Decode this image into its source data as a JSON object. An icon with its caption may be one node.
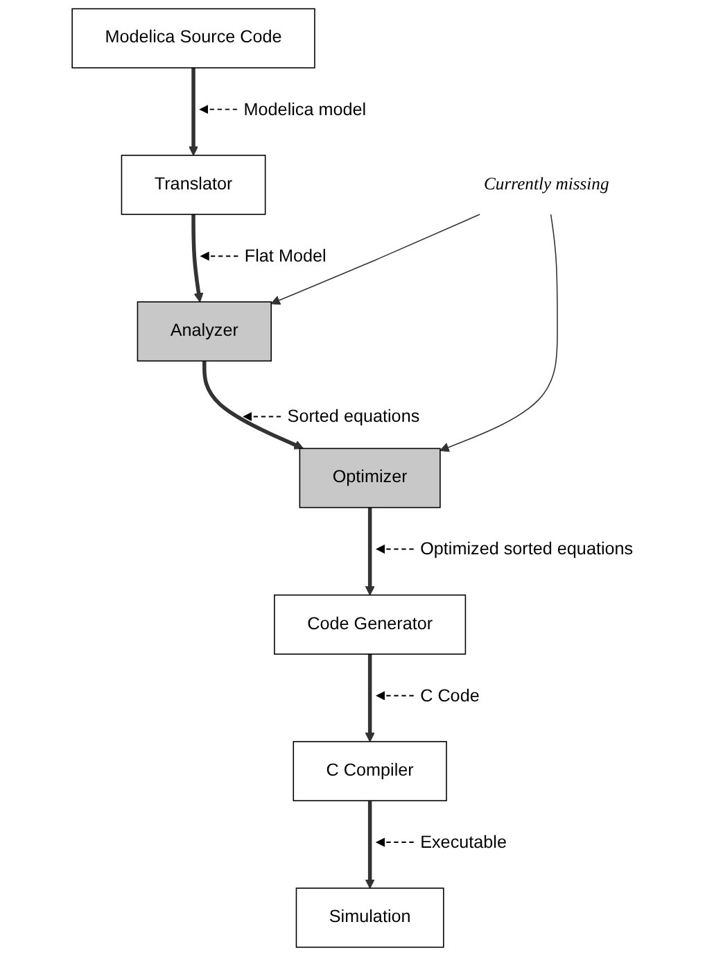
{
  "diagram": {
    "nodes": [
      {
        "text": [
          "Modelica Source Code"
        ]
      },
      {
        "text": [
          "Modelica model"
        ]
      },
      {
        "text": [
          "Translator"
        ]
      },
      {
        "text": [
          "Flat Model"
        ]
      },
      {
        "text": [
          "Analyzer"
        ]
      },
      {
        "text": [
          "Currently missing"
        ]
      },
      {
        "text": [
          "Sorted equations"
        ]
      },
      {
        "text": [
          "Optimizer"
        ]
      },
      {
        "text": [
          "Optimized sorted equations"
        ]
      },
      {
        "text": [
          "Code Generator"
        ]
      },
      {
        "text": [
          "C Code"
        ]
      },
      {
        "text": [
          "C Compiler"
        ]
      },
      {
        "text": [
          "Executable"
        ]
      },
      {
        "text": [
          "Simulation"
        ]
      }
    ],
    "edges": [
      {
        "from": 0,
        "to": 2,
        "arrow": "to",
        "style": "thick"
      },
      {
        "from": 2,
        "to": 4,
        "arrow": "to",
        "style": "thick"
      },
      {
        "from": 4,
        "to": 7,
        "arrow": "to",
        "style": "thick"
      },
      {
        "from": 7,
        "to": 9,
        "arrow": "to",
        "style": "thick"
      },
      {
        "from": 9,
        "to": 11,
        "arrow": "to",
        "style": "thick"
      },
      {
        "from": 11,
        "to": 13,
        "arrow": "to",
        "style": "thick"
      },
      {
        "from": 1,
        "to": null,
        "arrow": "to",
        "style": "dashed"
      },
      {
        "from": 3,
        "to": null,
        "arrow": "to",
        "style": "dashed"
      },
      {
        "from": 6,
        "to": null,
        "arrow": "to",
        "style": "dashed"
      },
      {
        "from": 8,
        "to": null,
        "arrow": "to",
        "style": "dashed"
      },
      {
        "from": 10,
        "to": null,
        "arrow": "to",
        "style": "dashed"
      },
      {
        "from": 12,
        "to": null,
        "arrow": "to",
        "style": "dashed"
      },
      {
        "from": 5,
        "to": 4,
        "arrow": "to"
      },
      {
        "from": 5,
        "to": 7,
        "arrow": "to"
      }
    ]
  }
}
